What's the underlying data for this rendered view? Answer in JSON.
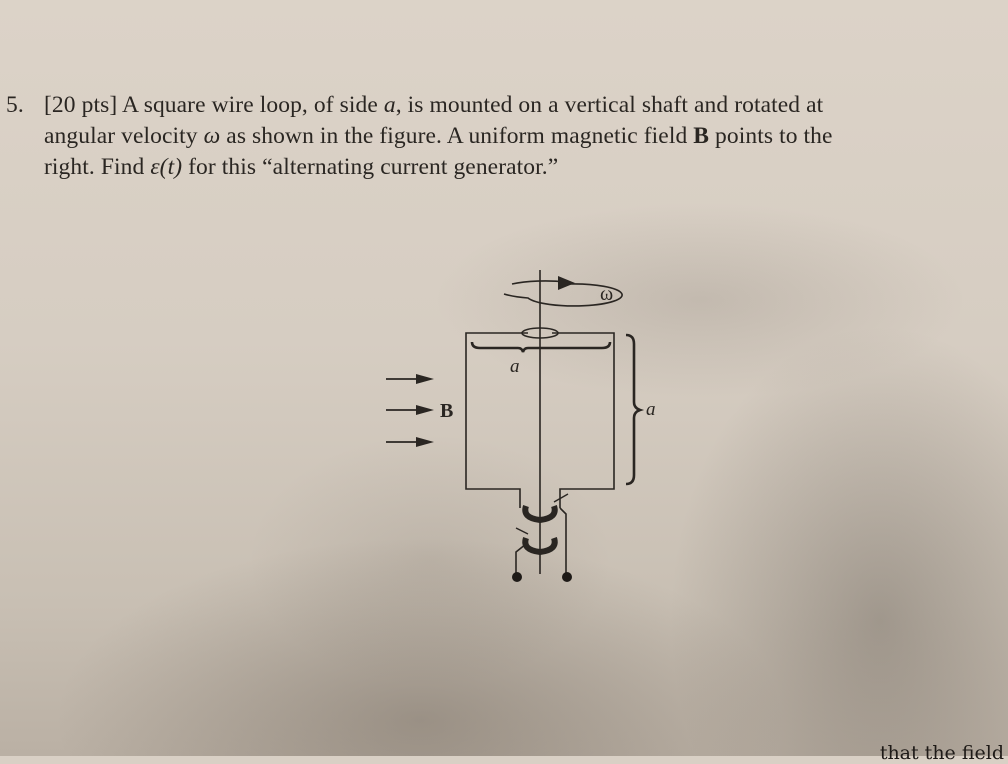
{
  "problem": {
    "number": "5.",
    "points": "[20 pts]",
    "line1_a": "A square wire loop, of side ",
    "line1_var": "a",
    "line1_b": ", is mounted on a vertical shaft and rotated at",
    "line2_a": "angular velocity ",
    "line2_var": "ω",
    "line2_b": " as shown in the figure. A uniform magnetic field ",
    "line2_bold": "B",
    "line2_c": " points to the",
    "line3_a": "right. Find ",
    "line3_var": "ε(t)",
    "line3_b": " for this “alternating current generator.”"
  },
  "figure": {
    "omega_label": "ω",
    "field_label": "B",
    "top_side_label": "a",
    "right_side_label": "a",
    "field_arrows_count": 3
  },
  "footer": {
    "partial_text": "that the field"
  },
  "colors": {
    "paper": "#d9d0c5",
    "ink": "#2a2622"
  }
}
